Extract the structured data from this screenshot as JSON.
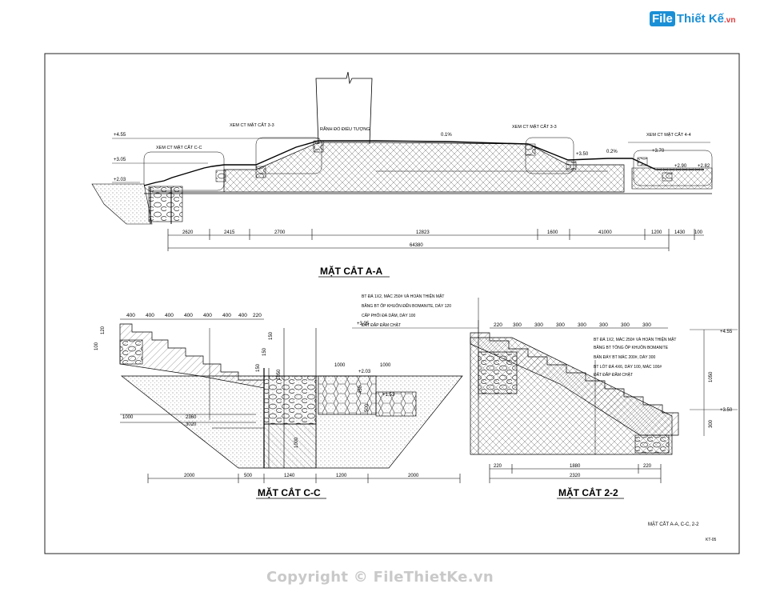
{
  "logo": {
    "file": "File",
    "name": "Thiết Kế",
    "tld": ".vn"
  },
  "copyright": "Copyright © FileThietKe.vn",
  "sheet": {
    "title": "MẶT CẮT A-A, C-C, 2-2",
    "code": "KT-05"
  },
  "section_aa": {
    "title": "MẶT CẮT A-A",
    "notes": [
      "XEM CT MẶT CẮT 3-3",
      "RÃNH ĐỔ ĐIỂU TƯỢNG",
      "XEM CT MẶT CẮT 3-3",
      "XEM CT MẶT CẮT 4-4",
      "XEM CT MẶT CẮT C-C"
    ],
    "levels": [
      "+4.55",
      "+3.05",
      "+2.03",
      "+3.50",
      "+3.70",
      "+2.90",
      "+2.82"
    ],
    "slopes": [
      "0.1%",
      "0.2%"
    ],
    "dims": [
      "2620",
      "2415",
      "2700",
      "12823",
      "1600",
      "41000",
      "1200",
      "1430",
      "100"
    ],
    "total": "64380"
  },
  "section_cc": {
    "title": "MẶT CẮT C-C",
    "top_dims": [
      "400",
      "400",
      "400",
      "400",
      "400",
      "400",
      "400",
      "220"
    ],
    "levels": [
      "+3.05",
      "+2.03",
      "+1.53"
    ],
    "notes": [
      "BT ĐÁ 1X2, MÁC 250# VÀ HOÀN THIỆN MẶT",
      "BẰNG BT ỐP KHUÔN ĐẾN BOMANITE, DÀY 120",
      "CẤP PHỐI ĐÁ DĂM, DÀY 100",
      "ĐẤT ĐẮP ĐẦM CHẶT"
    ],
    "inner_dims": [
      "1000",
      "1000",
      "2360",
      "3020",
      "1000",
      "500",
      "450",
      "1000"
    ],
    "bottom_dims": [
      "2000",
      "500",
      "1240",
      "1200",
      "2000"
    ],
    "side_dims": [
      "100",
      "120",
      "150",
      "150",
      "150",
      "1050"
    ]
  },
  "section_22": {
    "title": "MẶT CẮT 2-2",
    "top_dims": [
      "220",
      "300",
      "300",
      "300",
      "300",
      "300",
      "300",
      "300"
    ],
    "levels": [
      "+4.55",
      "+3.50"
    ],
    "notes": [
      "BT ĐÁ 1X2, MÁC 250# VÀ HOÀN THIỆN MẶT",
      "BẰNG BT TÔNG ỐP KHUÔN BOMANITE",
      "BẢN ĐÁY BT MÁC 200#, DÀY 300",
      "BT LÓT ĐÁ 4X6, DÀY 100, MÁC 100#",
      "ĐẤT ĐẮP ĐẦM CHẶT"
    ],
    "bottom_dims": [
      "220",
      "1880",
      "220"
    ],
    "total": "2320",
    "right_dims": [
      "1050",
      "300"
    ]
  }
}
